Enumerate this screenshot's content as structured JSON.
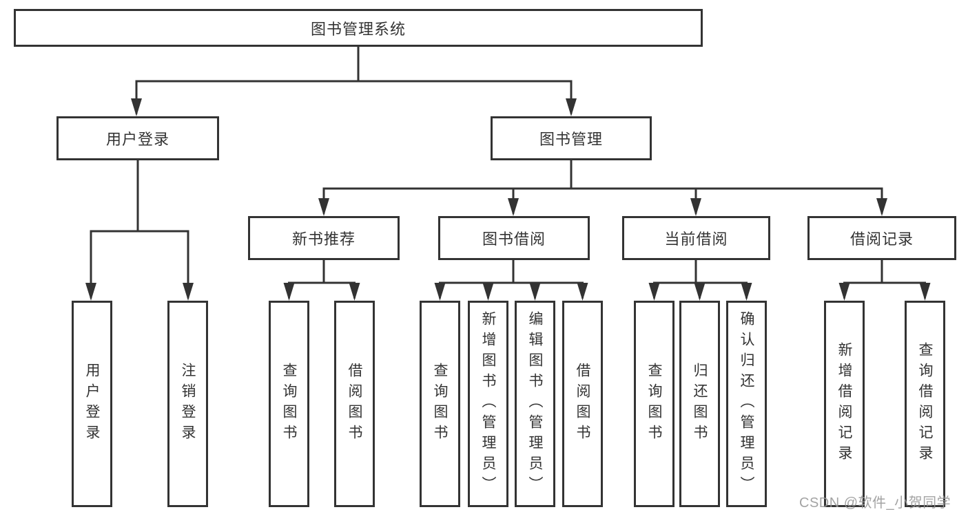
{
  "diagram_title": "图书管理系统",
  "colors": {
    "line": "#333333",
    "box_border": "#333333",
    "text": "#333333",
    "background": "#ffffff",
    "watermark": "#969696"
  },
  "tree": {
    "label": "图书管理系统",
    "children": [
      {
        "label": "用户登录",
        "children": [
          {
            "label": "用户登录"
          },
          {
            "label": "注销登录"
          }
        ]
      },
      {
        "label": "图书管理",
        "children": [
          {
            "label": "新书推荐",
            "children": [
              {
                "label": "查询图书"
              },
              {
                "label": "借阅图书"
              }
            ]
          },
          {
            "label": "图书借阅",
            "children": [
              {
                "label": "查询图书"
              },
              {
                "label": "新增图书（管理员）"
              },
              {
                "label": "编辑图书（管理员）"
              },
              {
                "label": "借阅图书"
              }
            ]
          },
          {
            "label": "当前借阅",
            "children": [
              {
                "label": "查询图书"
              },
              {
                "label": "归还图书"
              },
              {
                "label": "确认归还（管理员）"
              }
            ]
          },
          {
            "label": "借阅记录",
            "children": [
              {
                "label": "新增借阅记录"
              },
              {
                "label": "查询借阅记录"
              }
            ]
          }
        ]
      }
    ]
  },
  "watermark": {
    "text": "CSDN @软件_小贺同学"
  }
}
